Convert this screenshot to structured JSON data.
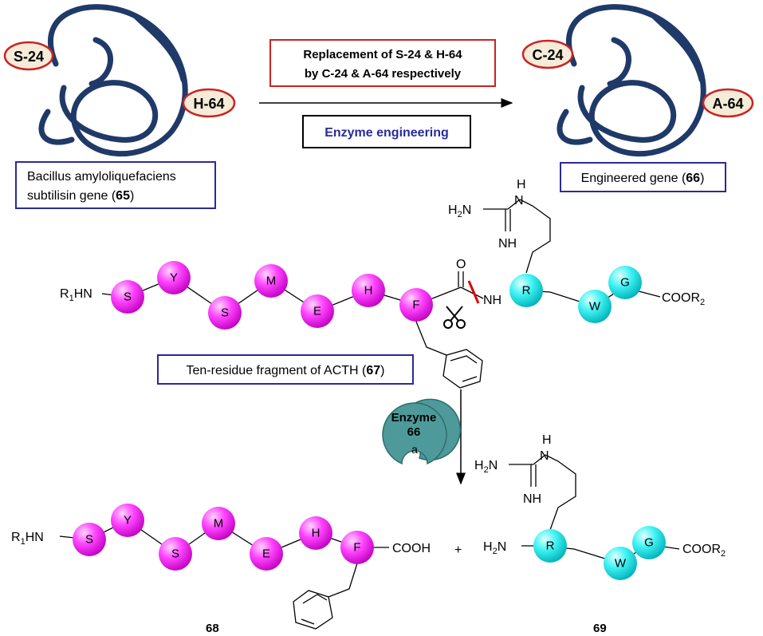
{
  "top": {
    "wild_gene": {
      "label_s": "S-24",
      "label_h": "H-64",
      "caption_line1": "Bacillus amyloliquefaciens",
      "caption_line2_pre": "subtilisin gene (",
      "caption_num": "65",
      "caption_post": ")"
    },
    "arrow_text_line1": "Replacement of S-24 & H-64",
    "arrow_text_line2": "by C-24 & A-64 respectively",
    "arrow_box": "Enzyme engineering",
    "engineered_gene": {
      "label_c": "C-24",
      "label_a": "A-64",
      "caption_pre": "Engineered gene (",
      "caption_num": "66",
      "caption_post": ")"
    }
  },
  "peptide": {
    "n_term": "R1HN",
    "sequence_magenta": [
      "S",
      "Y",
      "S",
      "M",
      "E",
      "H",
      "F"
    ],
    "sequence_cyan": [
      "R",
      "W",
      "G"
    ],
    "c_term": "COOR2",
    "carbonyl_o": "O",
    "amide_nh": "NH",
    "guanidine_h2n": "H2N",
    "guanidine_nh_top": "H",
    "guanidine_nh_top_n": "N",
    "guanidine_nh": "NH",
    "caption_pre": "Ten-residue fragment of ACTH (",
    "caption_num": "67",
    "caption_post": ")"
  },
  "enzyme": {
    "label": "Enzyme",
    "number": "66",
    "step": "a"
  },
  "products": {
    "p68_n_term": "R1HN",
    "p68_c_term": "COOH",
    "plus": "+",
    "p69_n_term": "H2N",
    "p69_c_term": "COOR2",
    "label_68": "68",
    "label_69": "69"
  },
  "colors": {
    "coil": "#1f3a68",
    "magenta": "#ff33ff",
    "cyan": "#33f0f0",
    "red_box": "#cc2222",
    "blue_box": "#2a2a9a",
    "enzyme": "#4e9a9a"
  }
}
